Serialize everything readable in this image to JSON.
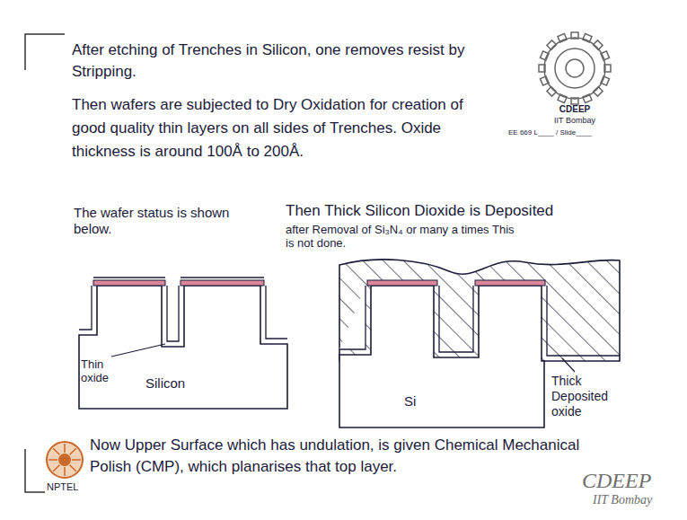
{
  "diagram": {
    "labels": [
      "After etching of Trenches in Silicon, one removes resist by Stripping.",
      "CDEEP",
      "IIT Bombay",
      "Then wafers are subjected to Dry Oxidation for creation of good quality thin layers on all sides of Trenches. Oxide thickness is around 100Å to 200Å.",
      "EE 669 L____ / Slide____",
      "The wafer status is shown below.",
      "Then Thick Silicon Dioxide is Deposited",
      "after Removal of Si₃N₄ or many a times This is not done.",
      "Thin oxide",
      "Silicon",
      "Si",
      "Thick Deposited oxide",
      "Now Upper Surface which has undulation, is given Chemical Mechanical Polish (CMP), which planarises that top layer.",
      "NPTEL",
      "CDEEP",
      "IIT Bombay"
    ]
  }
}
